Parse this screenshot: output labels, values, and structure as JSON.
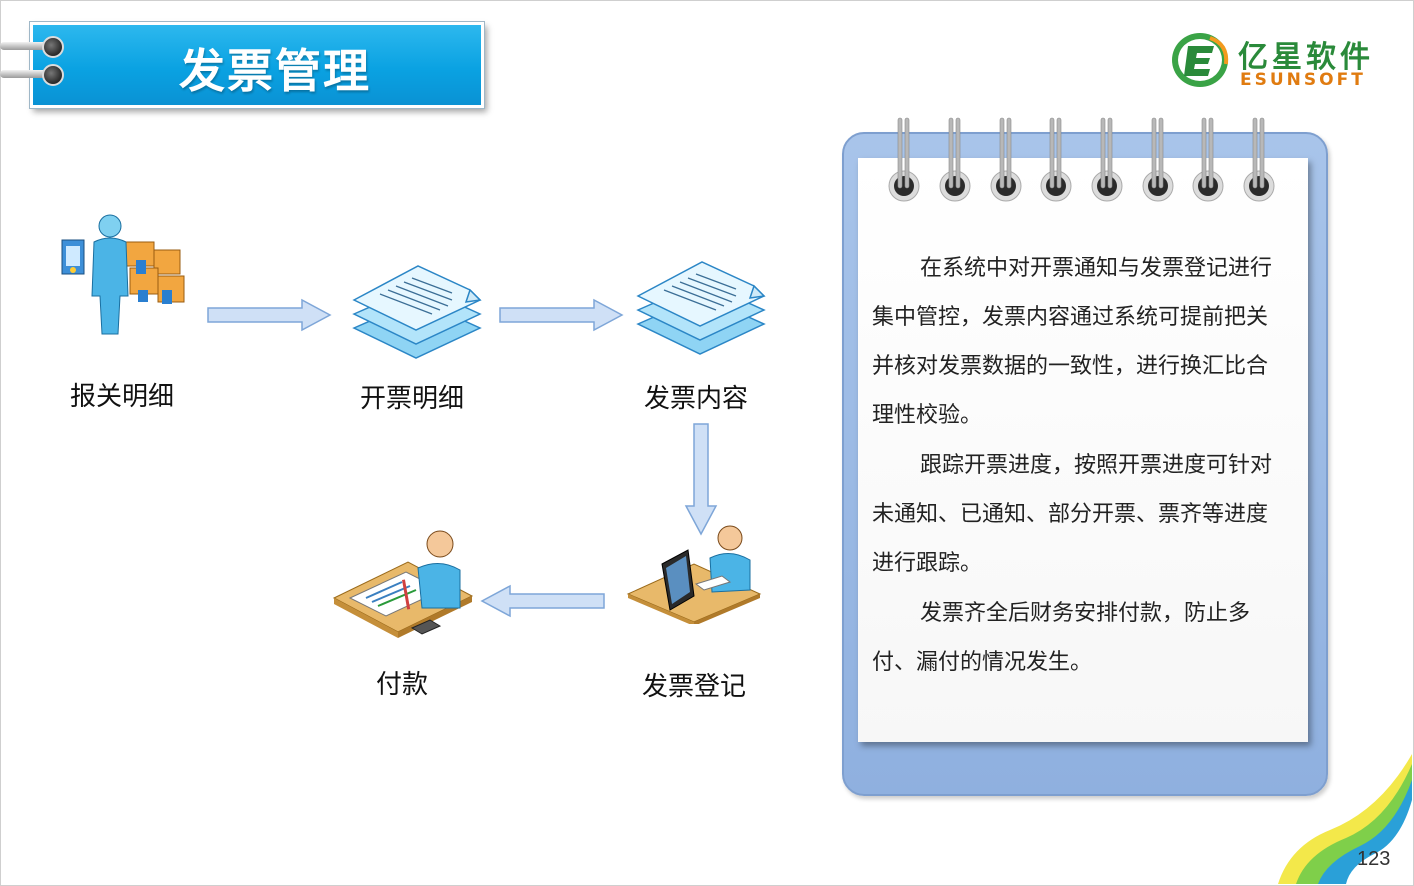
{
  "title": "发票管理",
  "logo": {
    "cn": "亿星软件",
    "en": "ESUNSOFT"
  },
  "flow": {
    "step1": "报关明细",
    "step2": "开票明细",
    "step3": "发票内容",
    "step4": "发票登记",
    "step5": "付款"
  },
  "notes": [
    "在系统中对开票通知与发票登记进行集中管控，发票内容通过系统可提前把关并核对发票数据的一致性，进行换汇比合理性校验。",
    "跟踪开票进度，按照开票进度可针对未通知、已通知、部分开票、票齐等进度进行跟踪。",
    "发票齐全后财务安排付款，防止多付、漏付的情况发生。"
  ],
  "page_number": "123",
  "colors": {
    "banner": "#0aa2e2",
    "notebook": "#9ab8e4",
    "arrow": "#8fb4e6",
    "logo_green": "#2a8a3a",
    "logo_orange": "#e07b10"
  }
}
